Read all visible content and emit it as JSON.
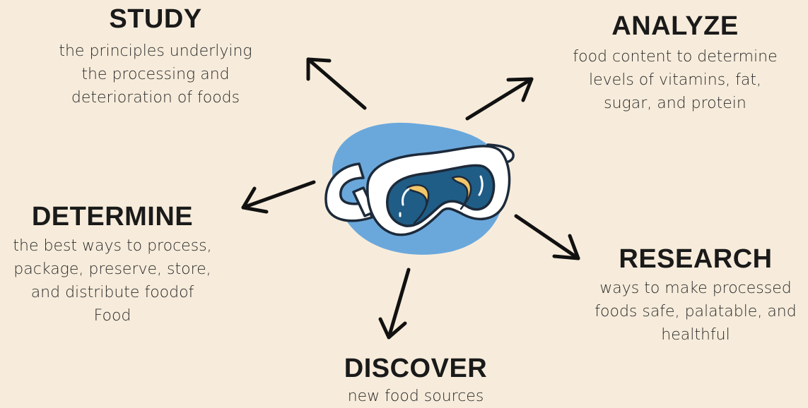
{
  "nodes": {
    "study": {
      "title": "STUDY",
      "description": "the principles underlying\nthe processing and\ndeterioration of foods"
    },
    "analyze": {
      "title": "ANALYZE",
      "description": "food content to determine\nlevels of vitamins, fat,\nsugar, and protein"
    },
    "determine": {
      "title": "DETERMINE",
      "description": "the best ways to process,\npackage, preserve, store,\nand distribute foodof\nFood"
    },
    "research": {
      "title": "RESEARCH",
      "description": "ways to make processed\nfoods safe, palatable, and\nhealthful"
    },
    "discover": {
      "title": "DISCOVER",
      "description": "new food sources"
    }
  },
  "center_icon": "safety-goggles-icon",
  "colors": {
    "background": "#f7ecdb",
    "blob": "#6aa8dc",
    "lens": "#1f5d86",
    "lens_highlight": "#f2c66a",
    "outline": "#1d2a3a"
  }
}
